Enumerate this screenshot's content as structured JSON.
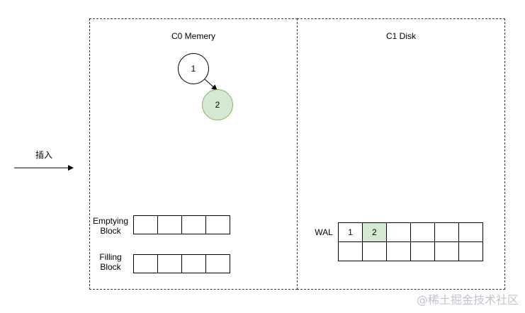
{
  "diagram": {
    "insert_label": "插入",
    "c0": {
      "title": "C0 Memery",
      "nodes": [
        "1",
        "2"
      ],
      "emptying_label": [
        "Emptying",
        "Block"
      ],
      "filling_label": [
        "Filling",
        "Block"
      ]
    },
    "c1": {
      "title": "C1 Disk",
      "wal_label": "WAL",
      "wal_cells": [
        "1",
        "2"
      ]
    }
  },
  "watermark": "@稀土掘金技术社区",
  "colors": {
    "highlight_fill": "#d5e8d4",
    "highlight_stroke": "#82b366",
    "border": "#333333"
  }
}
